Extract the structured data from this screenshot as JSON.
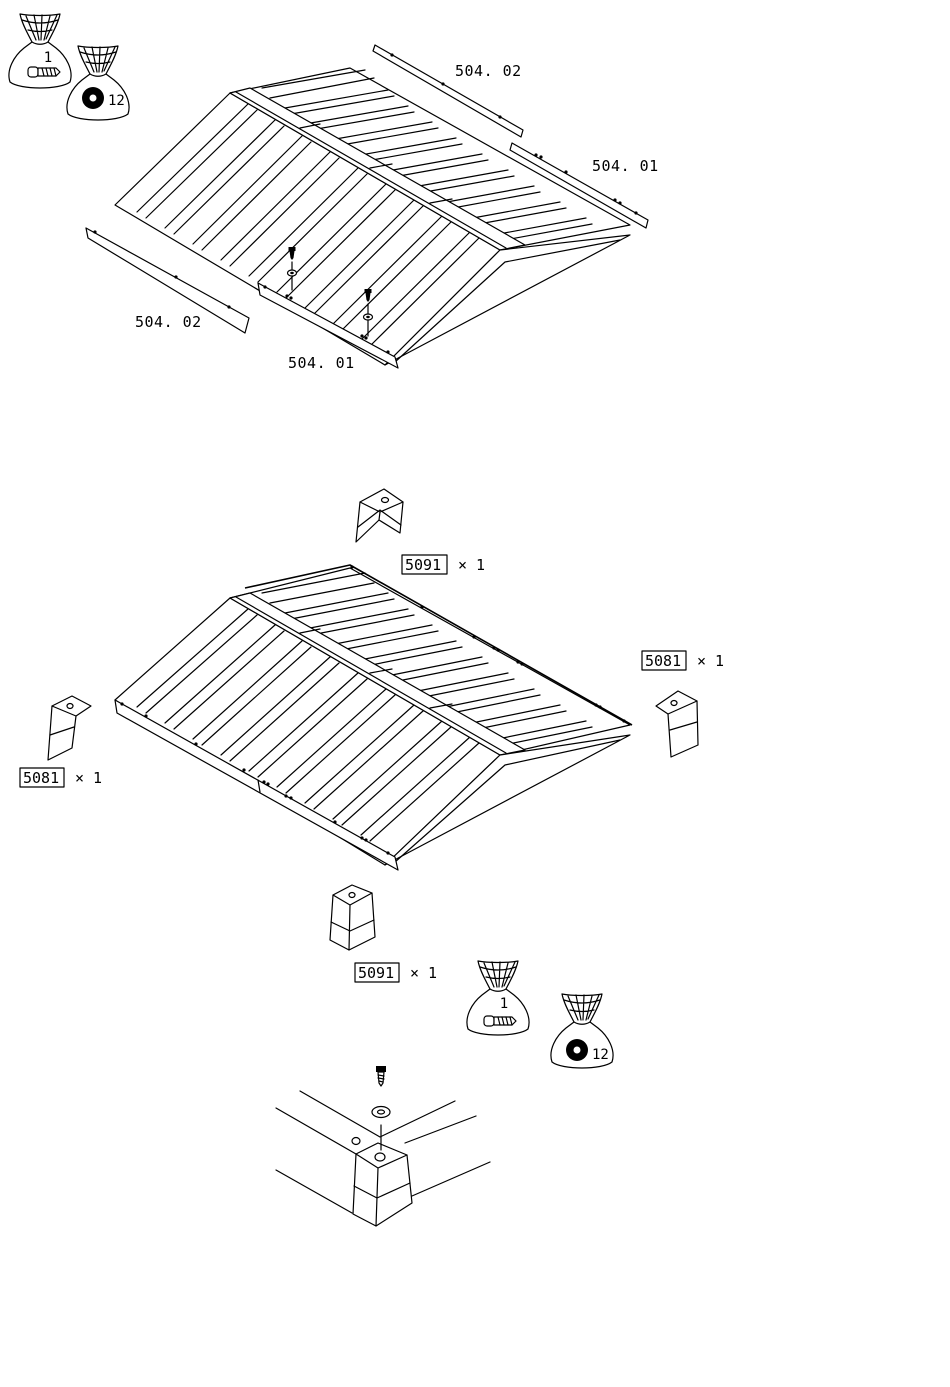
{
  "step1": {
    "bag_screw_count": "1",
    "bag_washer_count": "12",
    "part_top_right_outer": "504. 02",
    "part_top_right_inner": "504. 01",
    "part_left": "504. 02",
    "part_front": "504. 01"
  },
  "step2": {
    "top_cap_code": "5091",
    "top_cap_qty": "× 1",
    "right_cap_code": "5081",
    "right_cap_qty": "× 1",
    "left_cap_code": "5081",
    "left_cap_qty": "× 1",
    "bottom_cap_code": "5091",
    "bottom_cap_qty": "× 1",
    "bag_screw_count": "1",
    "bag_washer_count": "12"
  },
  "icons": [
    "screw-bag-icon",
    "washer-bag-icon",
    "screw-icon",
    "washer-icon",
    "corner-cap-icon"
  ]
}
